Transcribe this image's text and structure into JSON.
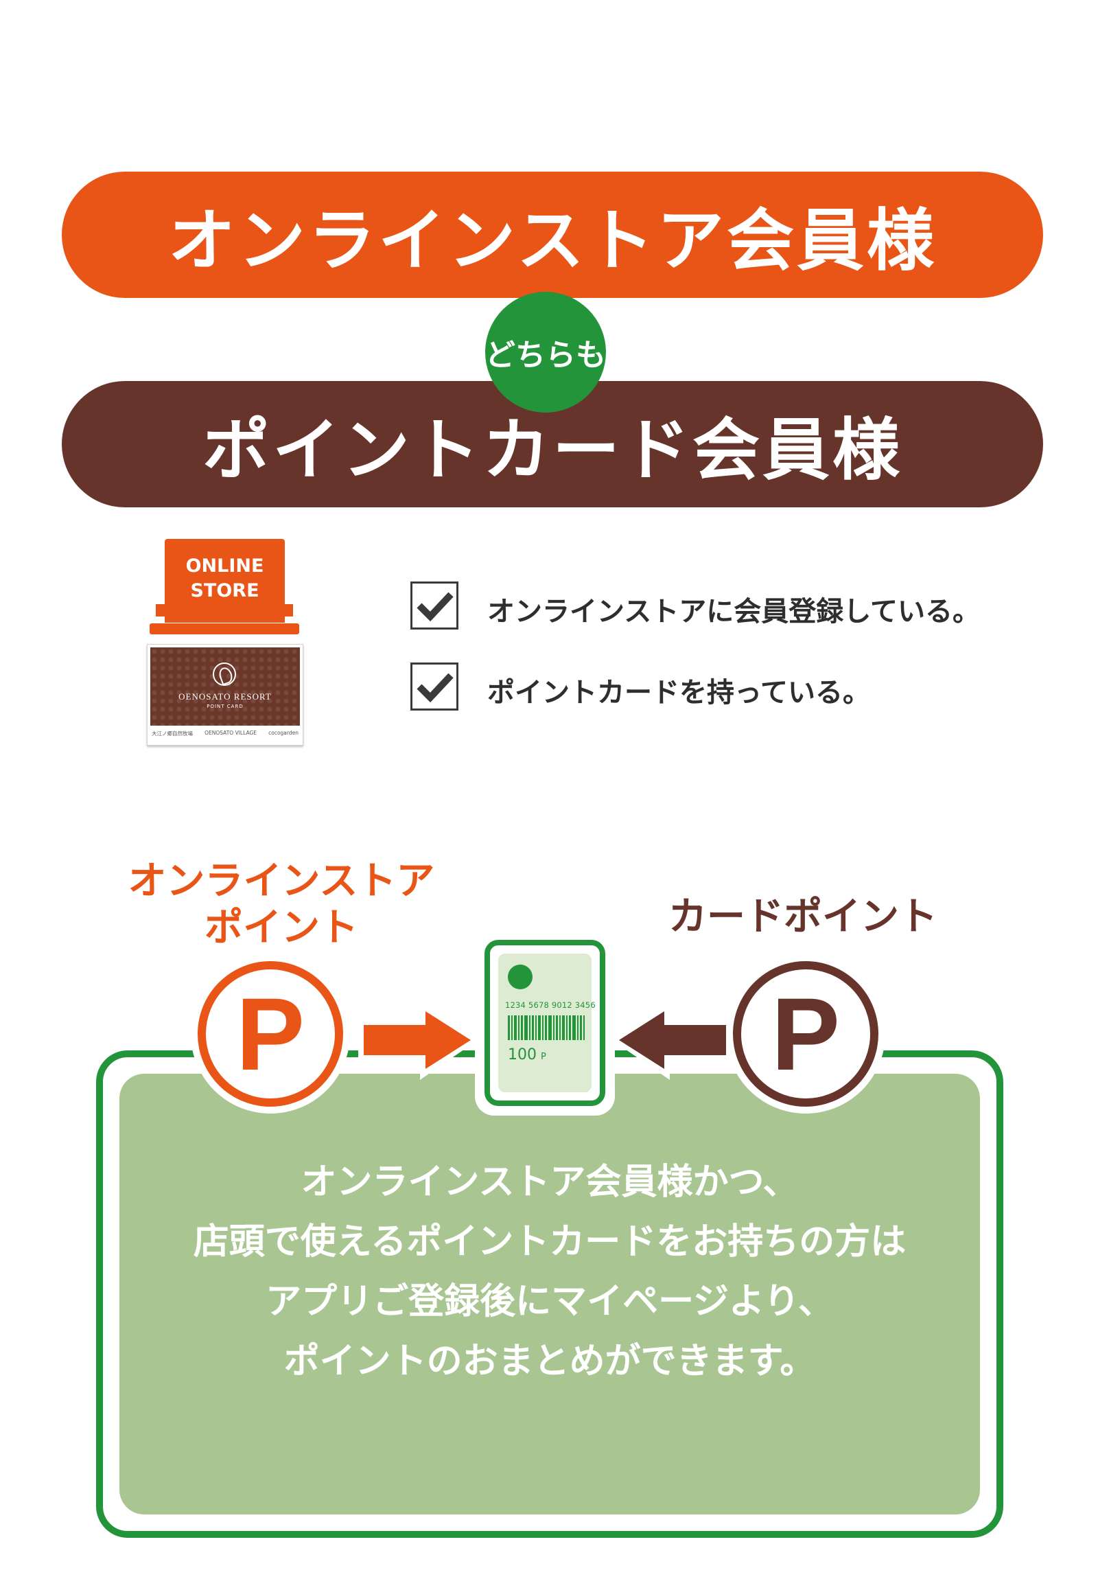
{
  "banners": {
    "online_members": "オンラインストア会員様",
    "both": "どちらも",
    "card_members": "ポイントカード会員様"
  },
  "store_badge": {
    "line1": "ONLINE",
    "line2": "STORE"
  },
  "point_card": {
    "brand": "OENOSATO RESORT",
    "sub": "POINT CARD",
    "footer_left": "大江ノ郷自然牧場",
    "footer_mid": "OENOSATO VILLAGE",
    "footer_right": "cocogarden"
  },
  "checklist": [
    {
      "text": "オンラインストアに会員登録している。",
      "checked": true
    },
    {
      "text": "ポイントカードを持っている。",
      "checked": true
    }
  ],
  "point_labels": {
    "online_line1": "オンラインストア",
    "online_line2": "ポイント",
    "card": "カードポイント",
    "p_symbol": "P"
  },
  "phone": {
    "card_number": "1234 5678 9012 3456",
    "points_value": "100",
    "points_unit": "P"
  },
  "message": [
    "オンラインストア会員様かつ、",
    "店頭で使えるポイントカードをお持ちの方は",
    "アプリご登録後にマイページより、",
    "ポイントのおまとめができます。"
  ],
  "colors": {
    "orange": "#e85516",
    "brown": "#66342b",
    "green": "#24943b",
    "light_green": "#a8c592"
  },
  "icons": [
    "check-icon",
    "arrow-right-icon",
    "arrow-left-icon",
    "barcode-icon",
    "leaf-logo-icon"
  ]
}
